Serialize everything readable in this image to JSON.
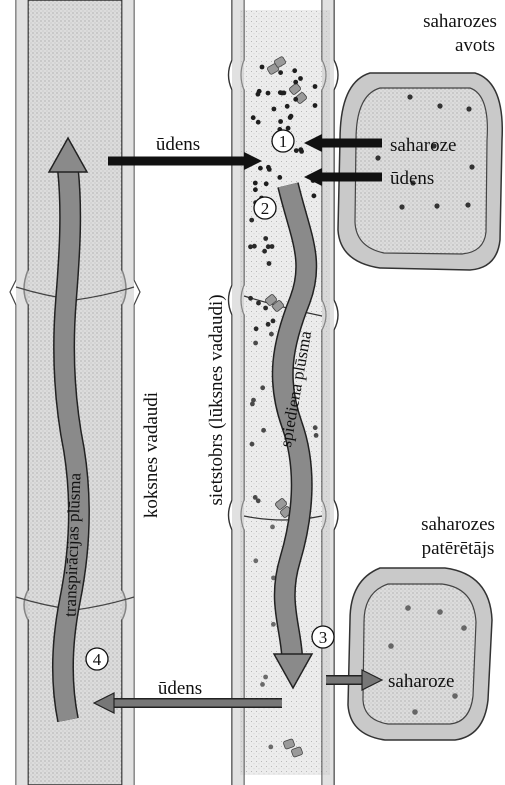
{
  "labels": {
    "source_line1": "saharozes",
    "source_line2": "avots",
    "sink_line1": "saharozes",
    "sink_line2": "patērētājs",
    "water_top_left": "ūdens",
    "sucrose_in": "saharoze",
    "water_in": "ūdens",
    "xylem": "koksnes vadaudi",
    "phloem": "sietstobrs (lūksnes vadaudi)",
    "pressure_flow": "spiediena plūsma",
    "transpiration_flow": "transpirācijas plūsma",
    "sucrose_out": "saharoze",
    "water_bottom": "ūdens"
  },
  "steps": [
    "1",
    "2",
    "3",
    "4"
  ]
}
